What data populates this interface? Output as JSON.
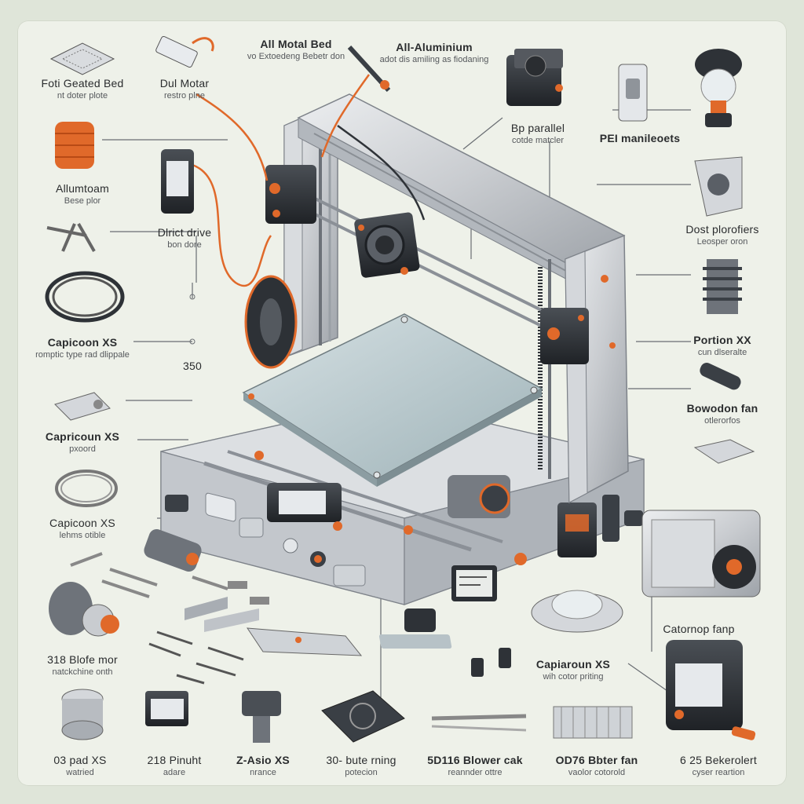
{
  "labels": {
    "all_metal_bed": {
      "title": "All Motal Bed",
      "sub": "vo Extoedeng Bebetr don"
    },
    "all_aluminium": {
      "title": "All-Aluminium",
      "sub": "adot dis amiling as fiodaning"
    },
    "fotsbed": {
      "title": "Foti Geated Bed",
      "sub": "nt doter plote"
    },
    "dual_motor": {
      "title": "Dul Motar",
      "sub": "restro plne"
    },
    "aluminum_base": {
      "title": "Allumtoam",
      "sub": "Bese plor"
    },
    "direct_drive": {
      "title": "Dlrict drive",
      "sub": "bon dore"
    },
    "capricorn_1": {
      "title": "Capicoon XS",
      "sub": "romptic type rad dlippale"
    },
    "size_350": {
      "title": "350",
      "sub": ""
    },
    "capricorn_2": {
      "title": "Capricoun XS",
      "sub": "pxoord"
    },
    "capricorn_3": {
      "title": "Capicoon XS",
      "sub": "lehms otible"
    },
    "motor_318": {
      "title": "318 Blofe mor",
      "sub": "natckchine onth"
    },
    "bp_parallel": {
      "title": "Bp parallel",
      "sub": "cotde matcler"
    },
    "pei_manifests": {
      "title": "PEI manileoets",
      "sub": ""
    },
    "dual_platform": {
      "title": "Dost plorofiers",
      "sub": "Leosper oron"
    },
    "portion_xx": {
      "title": "Portion XX",
      "sub": "cun dlseralte"
    },
    "bowden_fan": {
      "title": "Bowodon fan",
      "sub": "otlerorfos"
    },
    "cooling_fan": {
      "title": "Catornop fanp",
      "sub": ""
    },
    "capricorn_4": {
      "title": "Capiaroun XS",
      "sub": "wih cotor priting"
    },
    "z_axis": {
      "title": "Z-Asio XS",
      "sub": "nrance"
    },
    "bottom_03": {
      "title": "03 pad XS",
      "sub": "watried"
    },
    "bottom_218": {
      "title": "218 Pinuht",
      "sub": "adare"
    },
    "bottom_30": {
      "title": "30- bute rning",
      "sub": "potecion"
    },
    "bottom_5d": {
      "title": "5D116 Blower cak",
      "sub": "reannder ottre"
    },
    "bottom_od": {
      "title": "OD76 Bbter fan",
      "sub": "vaolor cotorold"
    },
    "bottom_625": {
      "title": "6 25 Bekerolert",
      "sub": "cyser reartion"
    }
  },
  "colors": {
    "accent": "#e0692a",
    "metal": "#c9ccd0",
    "metal_dark": "#8d9299",
    "ink": "#2a2c2e",
    "bed": "#b7c7cc",
    "background": "#eef1e9"
  }
}
